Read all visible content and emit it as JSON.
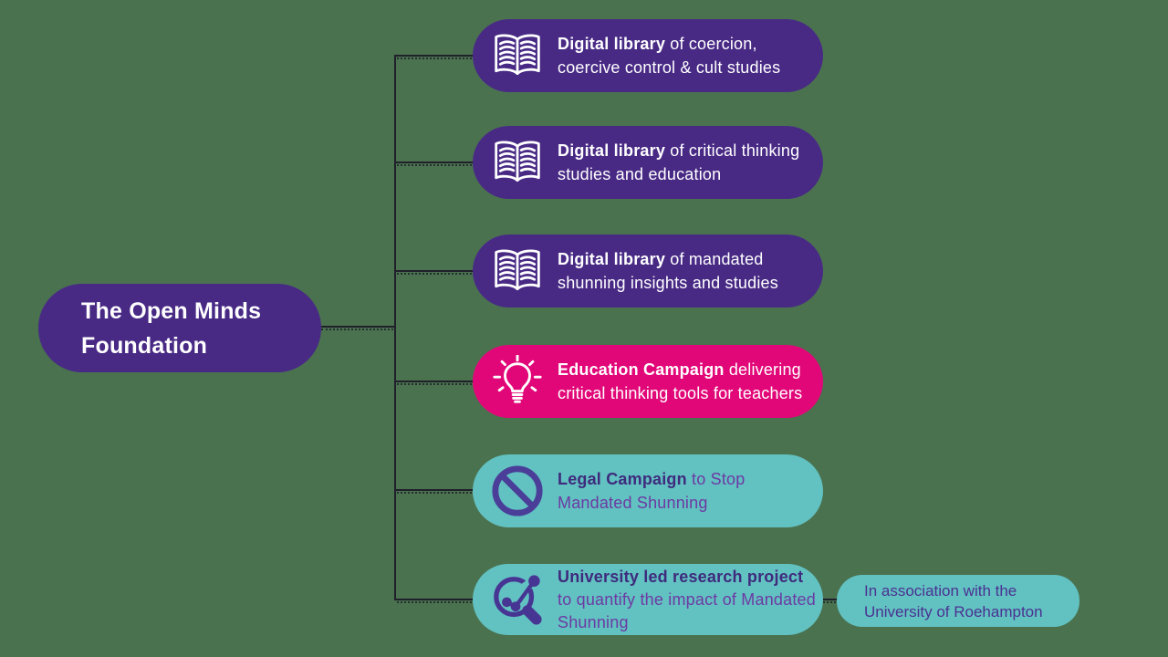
{
  "colors": {
    "background": "#4A724F",
    "purple_node": "#482A85",
    "pink_node": "#E20778",
    "teal_node": "#62C1C1",
    "white_text": "#FFFFFF",
    "teal_node_bold_text": "#3E2B7D",
    "teal_node_text": "#6C3AA3",
    "connector": "#20202B",
    "icon_purple": "#473593"
  },
  "root": {
    "label": "The Open Minds Foundation"
  },
  "branches": [
    {
      "icon": "open-book-icon",
      "color": "purple",
      "bold": "Digital library",
      "rest": " of coercion, coercive control & cult studies"
    },
    {
      "icon": "open-book-icon",
      "color": "purple",
      "bold": "Digital library",
      "rest": " of critical thinking studies and education"
    },
    {
      "icon": "open-book-icon",
      "color": "purple",
      "bold": "Digital library",
      "rest": " of mandated shunning insights and studies"
    },
    {
      "icon": "lightbulb-icon",
      "color": "pink",
      "bold": "Education Campaign",
      "rest": " delivering critical thinking tools for teachers"
    },
    {
      "icon": "prohibition-icon",
      "color": "teal",
      "bold": "Legal Campaign",
      "rest": " to Stop Mandated Shunning"
    },
    {
      "icon": "research-magnifier-icon",
      "color": "teal",
      "bold": "University led research project",
      "rest": " to quantify the impact of Mandated Shunning"
    }
  ],
  "sub_branch": {
    "label": "In association with the University of Roehampton"
  }
}
